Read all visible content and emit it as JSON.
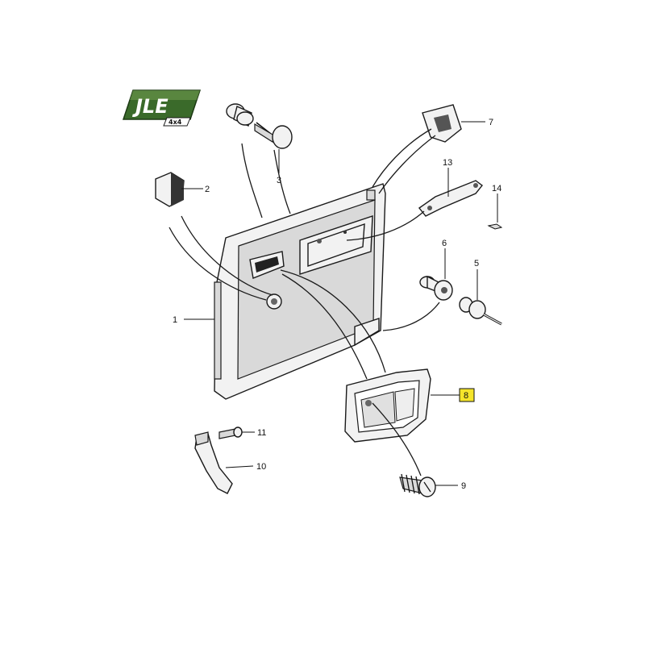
{
  "logo": {
    "text": "JLE",
    "sub": "4x4"
  },
  "callouts": {
    "c1": "1",
    "c2": "2",
    "c3": "3",
    "c5": "5",
    "c6": "6",
    "c7": "7",
    "c8": "8",
    "c9": "9",
    "c10": "10",
    "c11": "11",
    "c13": "13",
    "c14": "14"
  },
  "colors": {
    "highlight": "#f5e52a",
    "logo_green": "#3a6a2a"
  }
}
